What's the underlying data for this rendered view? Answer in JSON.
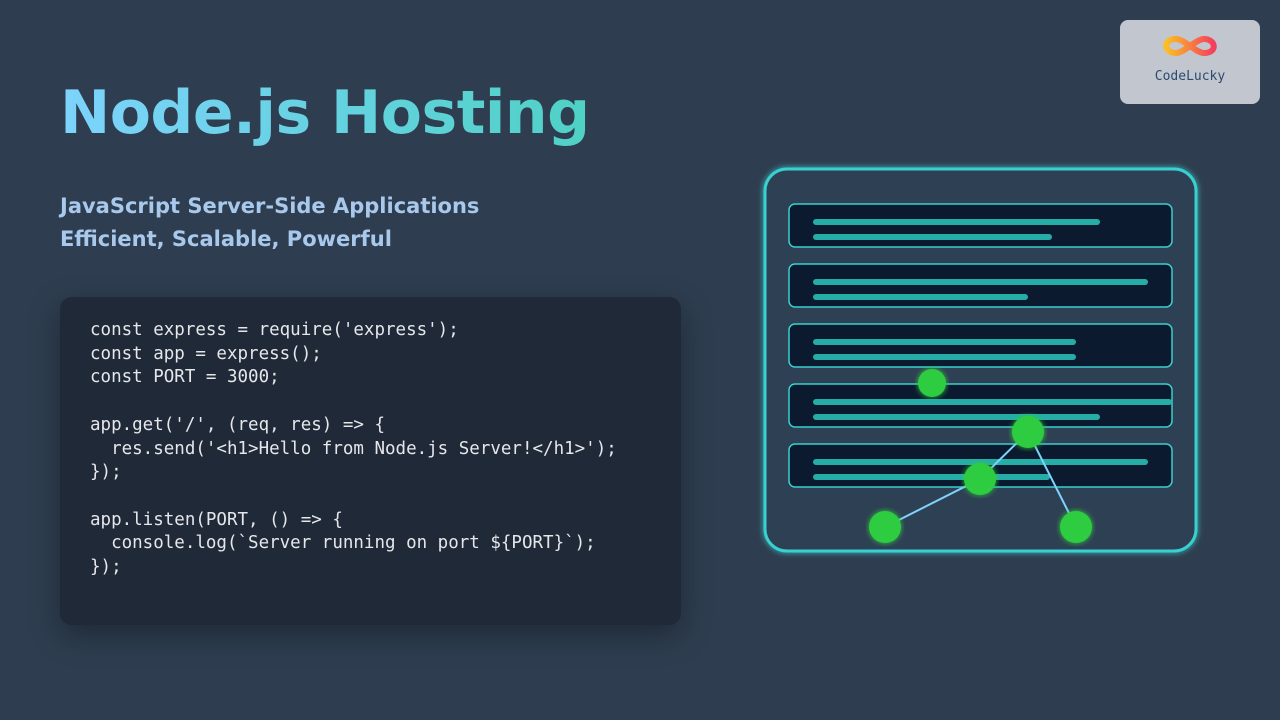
{
  "header": {
    "title": "Node.js Hosting",
    "subtitle_line1": "JavaScript Server-Side Applications",
    "subtitle_line2": "Efficient, Scalable, Powerful"
  },
  "logo": {
    "text": "CodeLucky",
    "icon": "infinity-logo-icon"
  },
  "code": {
    "lines": [
      "const express = require('express');",
      "const app = express();",
      "const PORT = 3000;",
      "",
      "app.get('/', (req, res) => {",
      "  res.send('<h1>Hello from Node.js Server!</h1>');",
      "});",
      "",
      "app.listen(PORT, () => {",
      "  console.log(`Server running on port ${PORT}`);",
      "});"
    ]
  },
  "colors": {
    "accent": "#38d0d0",
    "bar": "#26ada8",
    "node": "#2ecc40",
    "edge": "#7dd3fc",
    "panel": "#0b1a2e"
  }
}
